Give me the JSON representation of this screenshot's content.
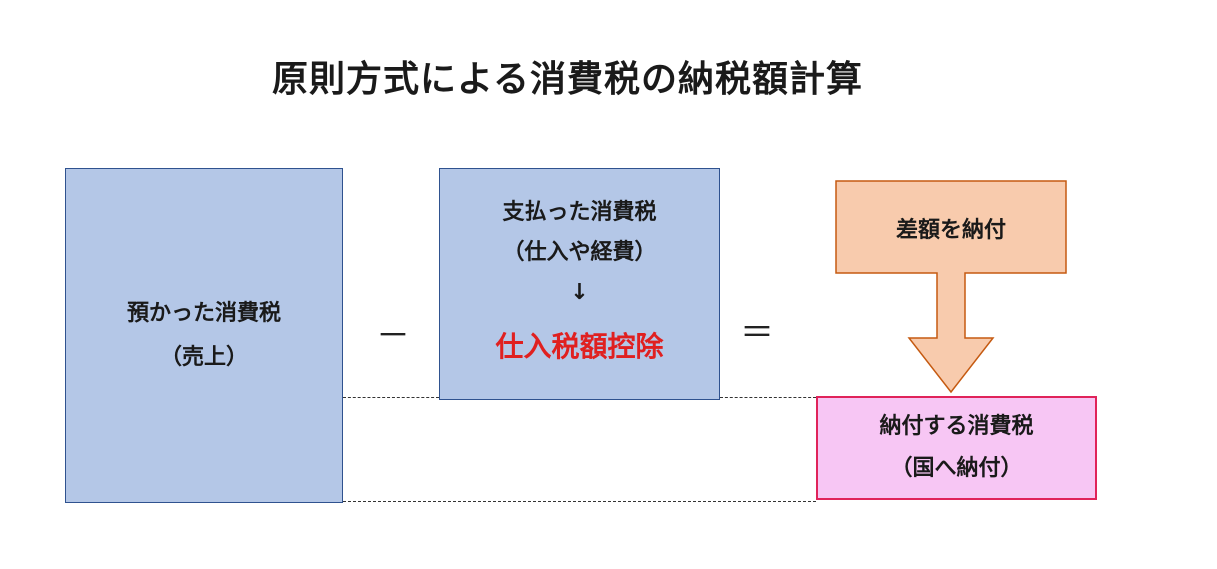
{
  "title": "原則方式による消費税の納税額計算",
  "collected_tax": {
    "line1": "預かった消費税",
    "line2": "（売上）"
  },
  "operators": {
    "minus": "－",
    "equals": "＝"
  },
  "paid_tax": {
    "line1": "支払った消費税",
    "line2": "（仕入や経費）",
    "arrow": "↓",
    "highlight": "仕入税額控除"
  },
  "difference_arrow": {
    "label": "差額を納付"
  },
  "payable_tax": {
    "line1": "納付する消費税",
    "line2": "（国へ納付）"
  },
  "colors": {
    "box_fill": "#b4c7e7",
    "box_border": "#2f528f",
    "highlight_text": "#e02020",
    "arrow_fill": "#f8cbad",
    "arrow_border": "#c55a11",
    "payable_fill": "#f7c6f4",
    "payable_border": "#e0235a"
  }
}
